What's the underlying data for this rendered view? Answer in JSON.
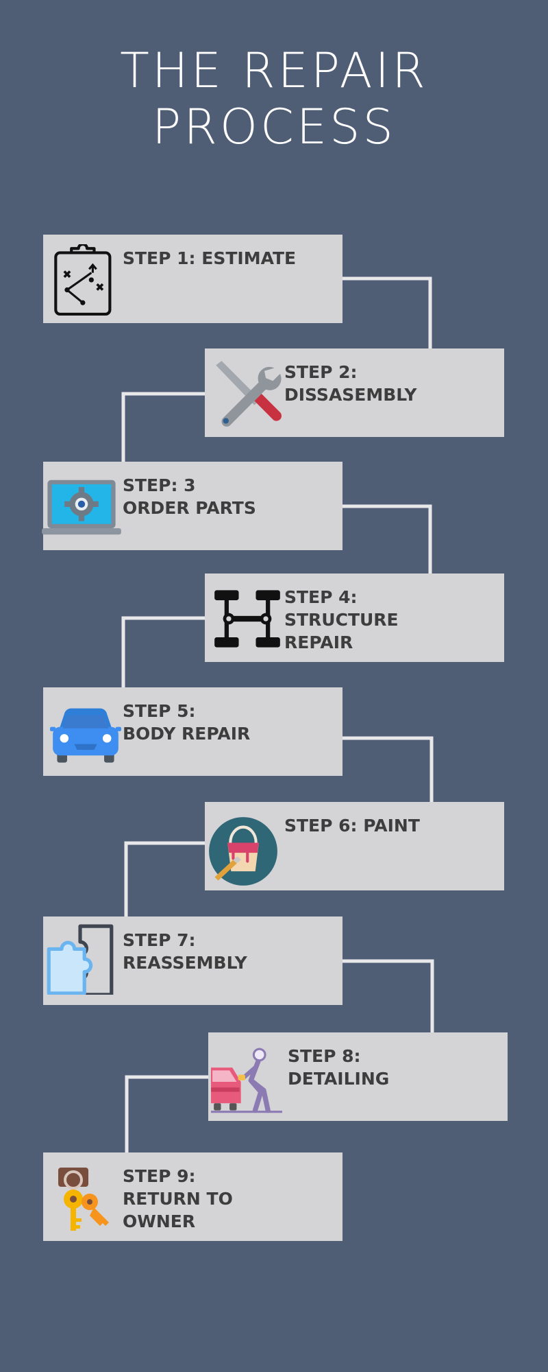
{
  "title": {
    "line1": "THE REPAIR",
    "line2": "PROCESS"
  },
  "colors": {
    "background": "#4f5d75",
    "card": "#d4d4d6",
    "text": "#3d3d3d",
    "connector": "#e8e8ea"
  },
  "steps": [
    {
      "label": "STEP 1: ESTIMATE",
      "icon": "clipboard-plan-icon"
    },
    {
      "label": "STEP 2:\nDISSASEMBLY",
      "icon": "wrench-screwdriver-icon"
    },
    {
      "label": "STEP: 3\nORDER PARTS",
      "icon": "laptop-gear-icon"
    },
    {
      "label": "STEP 4:\nSTRUCTURE\nREPAIR",
      "icon": "chassis-icon"
    },
    {
      "label": "STEP 5:\nBODY REPAIR",
      "icon": "car-icon"
    },
    {
      "label": "STEP 6: PAINT",
      "icon": "paint-bucket-icon"
    },
    {
      "label": "STEP 7:\nREASSEMBLY",
      "icon": "puzzle-icon"
    },
    {
      "label": "STEP 8:\nDETAILING",
      "icon": "car-wash-icon"
    },
    {
      "label": "STEP 9:\n RETURN TO\nOWNER",
      "icon": "keys-icon"
    }
  ]
}
